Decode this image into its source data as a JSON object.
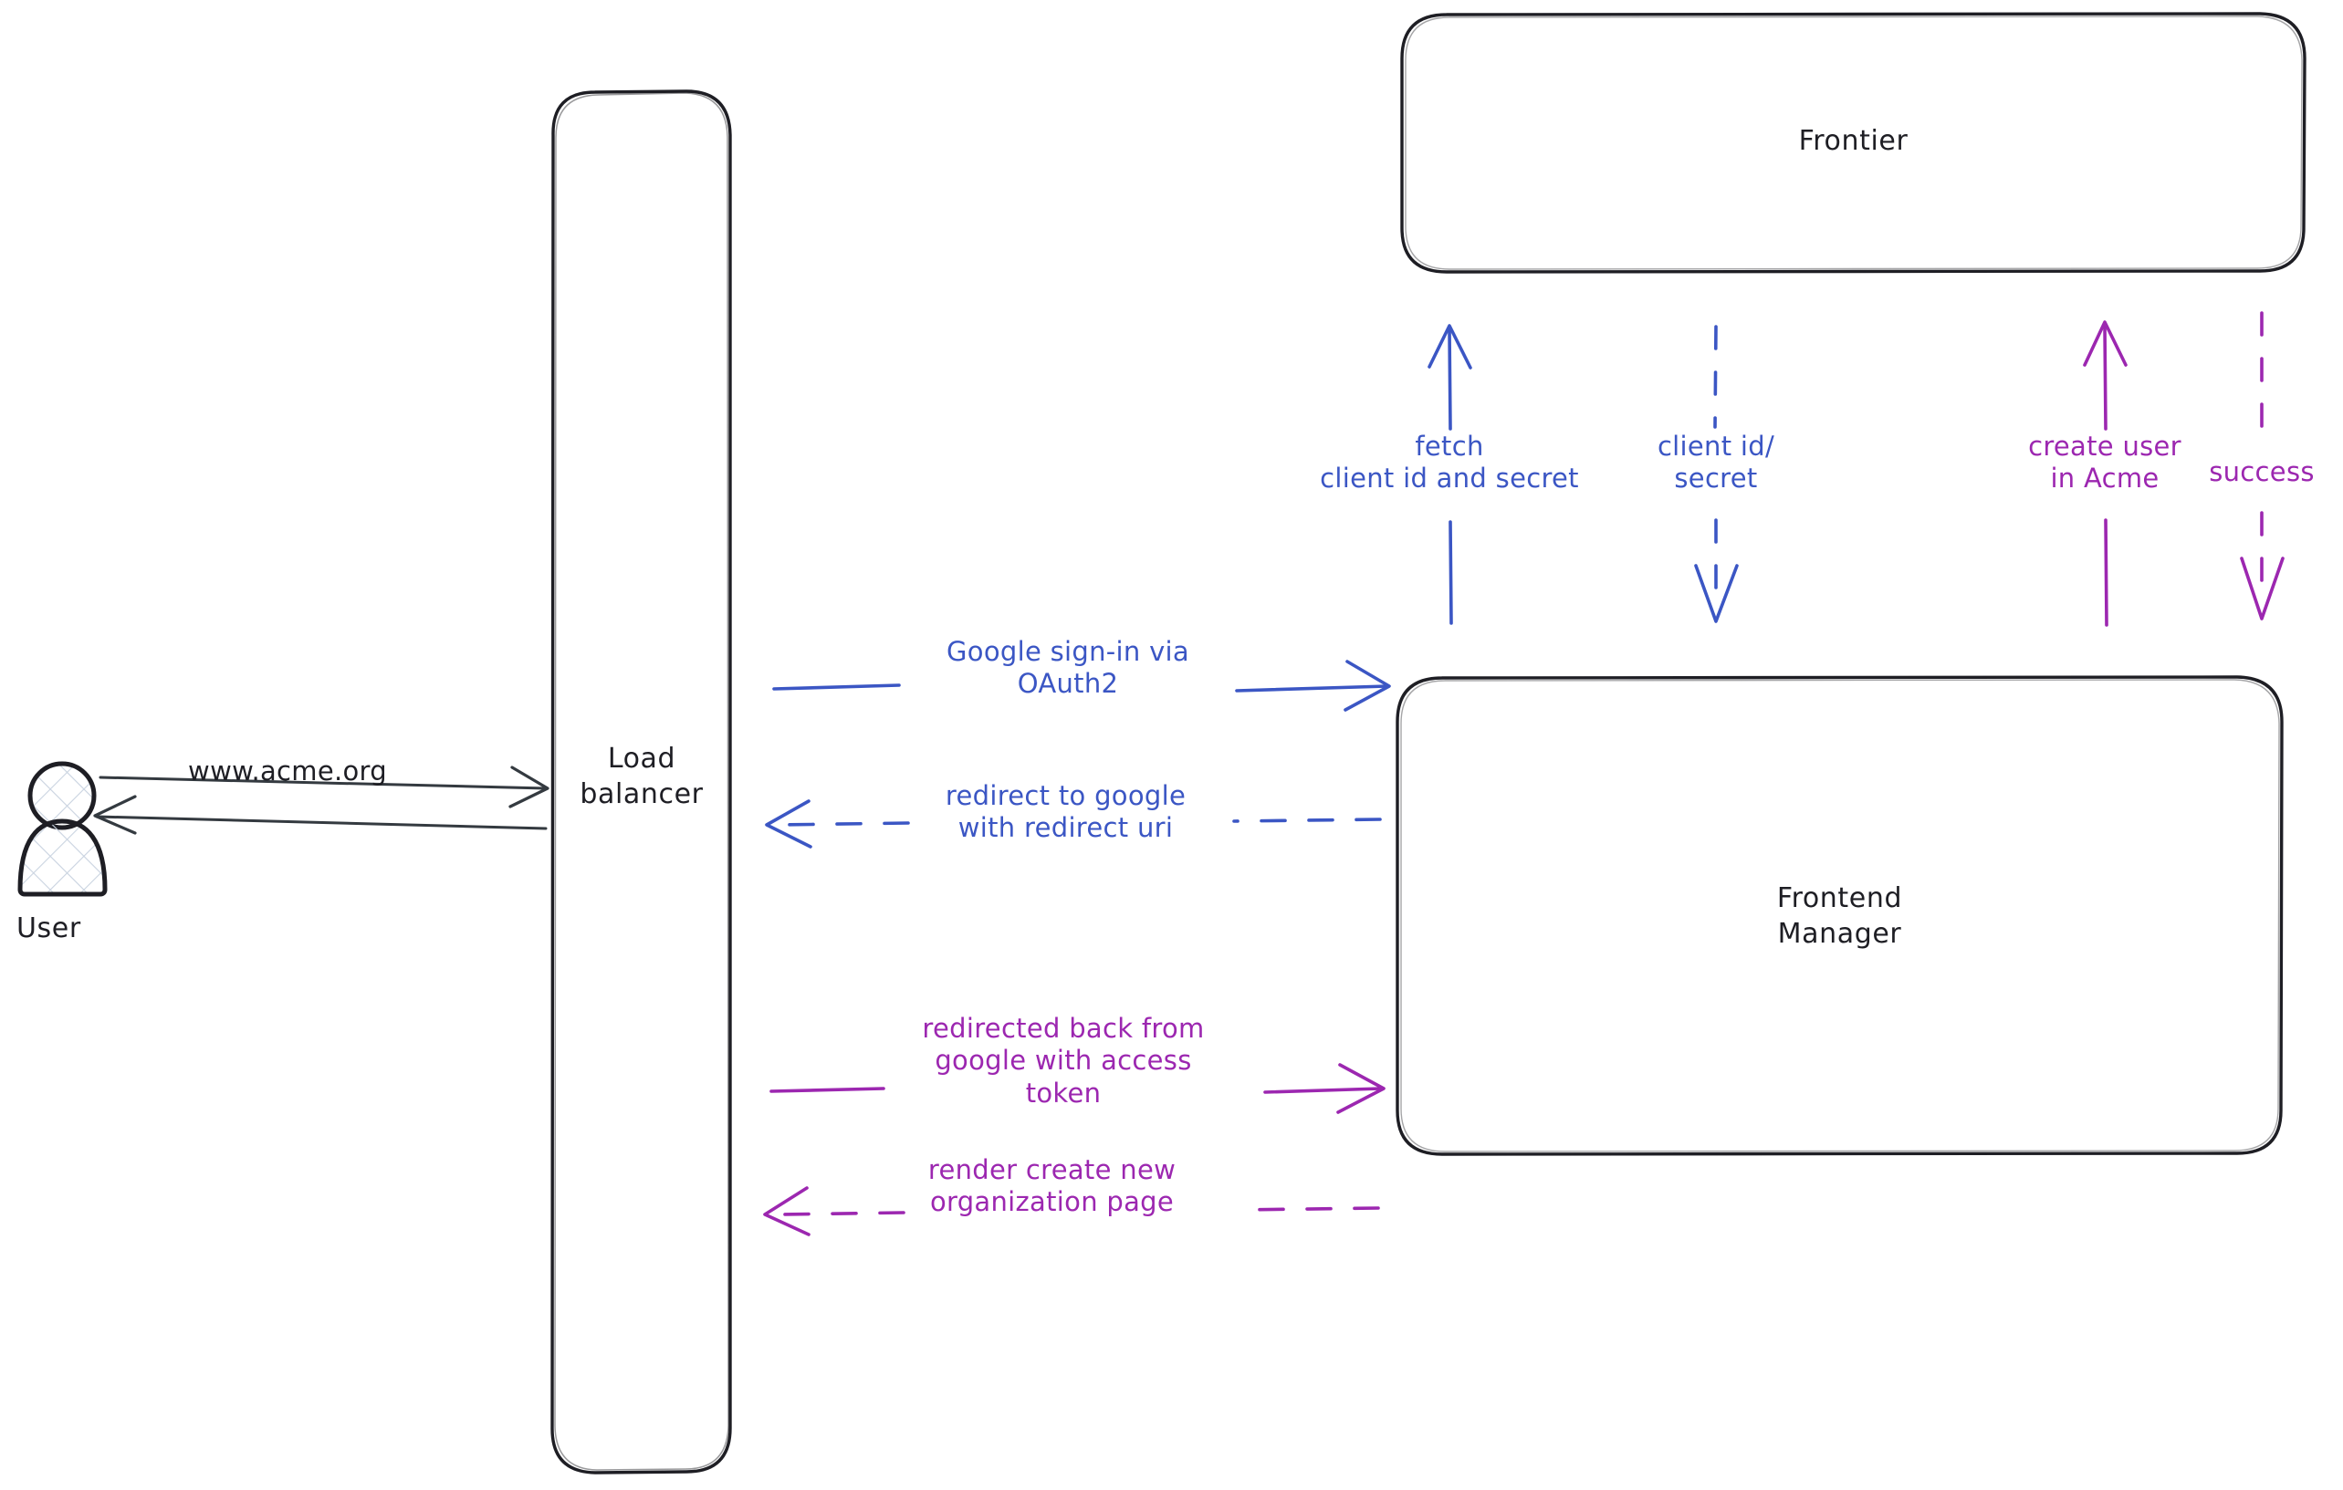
{
  "diagram": {
    "title": "Google OAuth2 sign-in flow",
    "background": "#ffffff",
    "colors": {
      "stroke_dark": "#1e1e24",
      "blue": "#3b56c4",
      "purple": "#9c27b0",
      "gray": "#343a40"
    }
  },
  "actors": [
    {
      "id": "user",
      "name": "User",
      "icon": "user-actor-icon"
    }
  ],
  "nodes": [
    {
      "id": "load-balancer",
      "label": "Load\nbalancer",
      "shape": "rounded-rect"
    },
    {
      "id": "frontier",
      "label": "Frontier",
      "shape": "rounded-rect"
    },
    {
      "id": "frontend-manager",
      "label": "Frontend\nManager",
      "shape": "rounded-rect"
    }
  ],
  "edges": [
    {
      "id": "user-to-lb",
      "from": "user",
      "to": "load-balancer",
      "label": "www.acme.org",
      "color": "#343a40",
      "style": "solid",
      "direction": "right"
    },
    {
      "id": "lb-to-user",
      "from": "load-balancer",
      "to": "user",
      "label": "",
      "color": "#343a40",
      "style": "solid",
      "direction": "left"
    },
    {
      "id": "lb-to-fm-signin",
      "from": "load-balancer",
      "to": "frontend-manager",
      "label": "Google sign-in via\nOAuth2",
      "color": "#3b56c4",
      "style": "solid",
      "direction": "right"
    },
    {
      "id": "fm-to-lb-redirect",
      "from": "frontend-manager",
      "to": "load-balancer",
      "label": "redirect to google\nwith redirect uri",
      "color": "#3b56c4",
      "style": "dashed",
      "direction": "left"
    },
    {
      "id": "lb-to-fm-token",
      "from": "load-balancer",
      "to": "frontend-manager",
      "label": "redirected back from\ngoogle with access\ntoken",
      "color": "#9c27b0",
      "style": "solid",
      "direction": "right"
    },
    {
      "id": "fm-to-lb-render",
      "from": "frontend-manager",
      "to": "load-balancer",
      "label": "render create new\norganization page",
      "color": "#9c27b0",
      "style": "dashed",
      "direction": "left"
    },
    {
      "id": "fm-to-frontier-fetch",
      "from": "frontend-manager",
      "to": "frontier",
      "label": "fetch\nclient id and secret",
      "color": "#3b56c4",
      "style": "solid",
      "direction": "up"
    },
    {
      "id": "frontier-to-fm-secret",
      "from": "frontier",
      "to": "frontend-manager",
      "label": "client id/\nsecret",
      "color": "#3b56c4",
      "style": "dashed",
      "direction": "down"
    },
    {
      "id": "fm-to-frontier-create",
      "from": "frontend-manager",
      "to": "frontier",
      "label": "create user\nin Acme",
      "color": "#9c27b0",
      "style": "solid",
      "direction": "up"
    },
    {
      "id": "frontier-to-fm-success",
      "from": "frontier",
      "to": "frontend-manager",
      "label": "success",
      "color": "#9c27b0",
      "style": "dashed",
      "direction": "down"
    }
  ]
}
